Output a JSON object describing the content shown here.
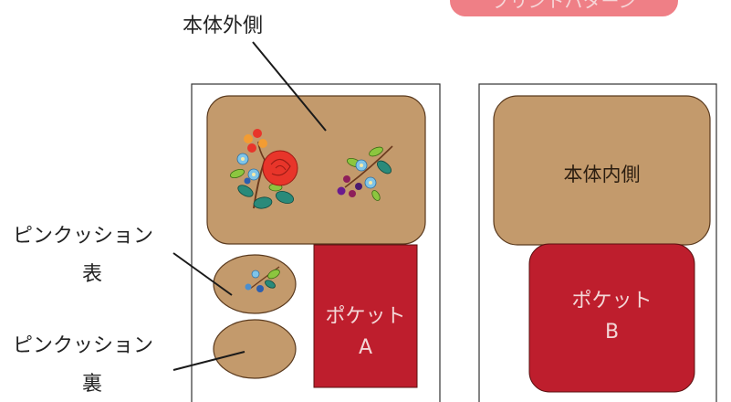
{
  "tag": {
    "text": "プリントパターン"
  },
  "labels": {
    "body_outer": "本体外側",
    "pincushion_front": [
      "ピンクッション",
      "表"
    ],
    "pincushion_back": [
      "ピンクッション",
      "裏"
    ]
  },
  "panels": {
    "body_inner": "本体内側",
    "pocket_a": [
      "ポケット",
      "A"
    ],
    "pocket_b": [
      "ポケット",
      "B"
    ]
  },
  "colors": {
    "fabric_tan": "#c39a6c",
    "pocket_red": "#be1e2d",
    "tag_pink": "#ef7f86",
    "outline": "#5a3a1e"
  }
}
